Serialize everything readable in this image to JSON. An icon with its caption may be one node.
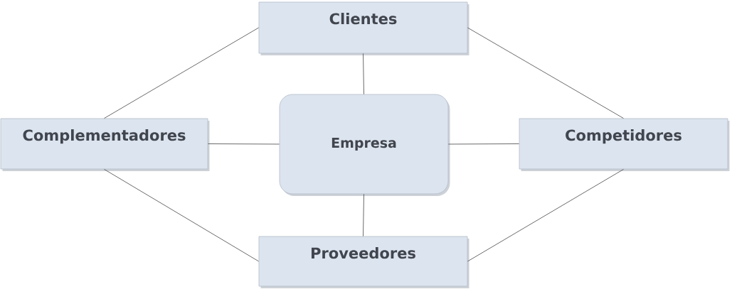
{
  "diagram": {
    "nodes": [
      {
        "text": [
          "Clientes"
        ]
      },
      {
        "text": [
          "Complementadores"
        ]
      },
      {
        "text": [
          "Empresa"
        ]
      },
      {
        "text": [
          "Competidores"
        ]
      },
      {
        "text": [
          "Proveedores"
        ]
      }
    ],
    "edges": [
      {
        "from": 0,
        "to": 1,
        "arrow": "none"
      },
      {
        "from": 0,
        "to": 3,
        "arrow": "none"
      },
      {
        "from": 0,
        "to": 2,
        "arrow": "none"
      },
      {
        "from": 1,
        "to": 2,
        "arrow": "none"
      },
      {
        "from": 2,
        "to": 3,
        "arrow": "none"
      },
      {
        "from": 2,
        "to": 4,
        "arrow": "none"
      },
      {
        "from": 1,
        "to": 4,
        "arrow": "none"
      },
      {
        "from": 3,
        "to": 4,
        "arrow": "none"
      }
    ]
  }
}
